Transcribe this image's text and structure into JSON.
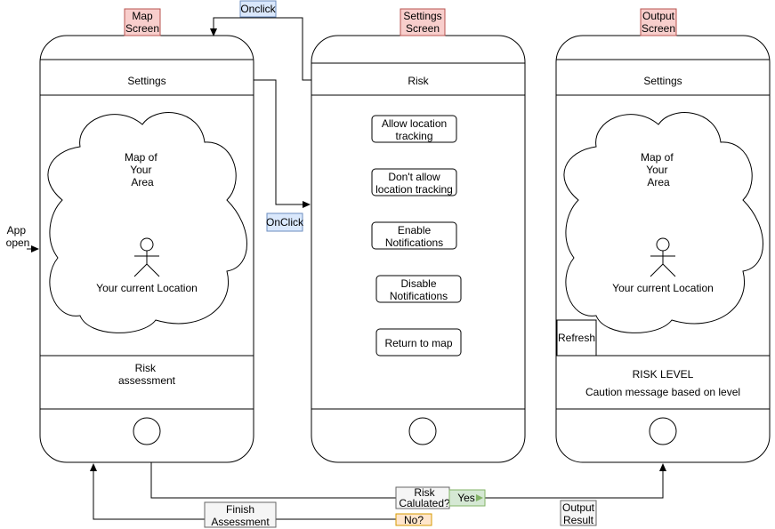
{
  "screens": {
    "map": {
      "title": [
        "Map",
        "Screen"
      ],
      "top_bar": "Settings",
      "map_text": [
        "Map of",
        "Your",
        "Area"
      ],
      "location_label": "Your current Location",
      "bottom_text": [
        "Risk",
        "assessment"
      ]
    },
    "settings": {
      "title": [
        "Settings",
        "Screen"
      ],
      "top_bar": "Risk",
      "buttons": [
        [
          "Allow location",
          "tracking"
        ],
        [
          "Don't allow",
          "location tracking"
        ],
        [
          "Enable",
          "Notifications"
        ],
        [
          "Disable",
          "Notifications"
        ],
        [
          "Return to map"
        ]
      ]
    },
    "output": {
      "title": [
        "Output",
        "Screen"
      ],
      "top_bar": "Settings",
      "map_text": [
        "Map of",
        "Your",
        "Area"
      ],
      "location_label": "Your current Location",
      "refresh_label": "Refresh",
      "risk_level": "RISK LEVEL",
      "caution_message": "Caution message based on level"
    }
  },
  "connectors": {
    "onclick_top": "Onclick",
    "onclick_mid": "OnClick",
    "app_open": [
      "App",
      "open"
    ],
    "decision": [
      "Risk",
      "Calulated?"
    ],
    "yes": "Yes",
    "no": "No?",
    "finish": [
      "Finish",
      "Assessment"
    ],
    "output_result": [
      "Output",
      "Result"
    ]
  },
  "colors": {
    "title_fill": "#f8cecc",
    "title_stroke": "#b85450",
    "onclick_fill": "#dae8fc",
    "onclick_stroke": "#6c8ebf",
    "yes_fill": "#d5e8d4",
    "yes_stroke": "#82b366",
    "no_fill": "#ffe6cc",
    "no_stroke": "#d79b00",
    "gray_fill": "#f5f5f5",
    "gray_stroke": "#666666"
  }
}
